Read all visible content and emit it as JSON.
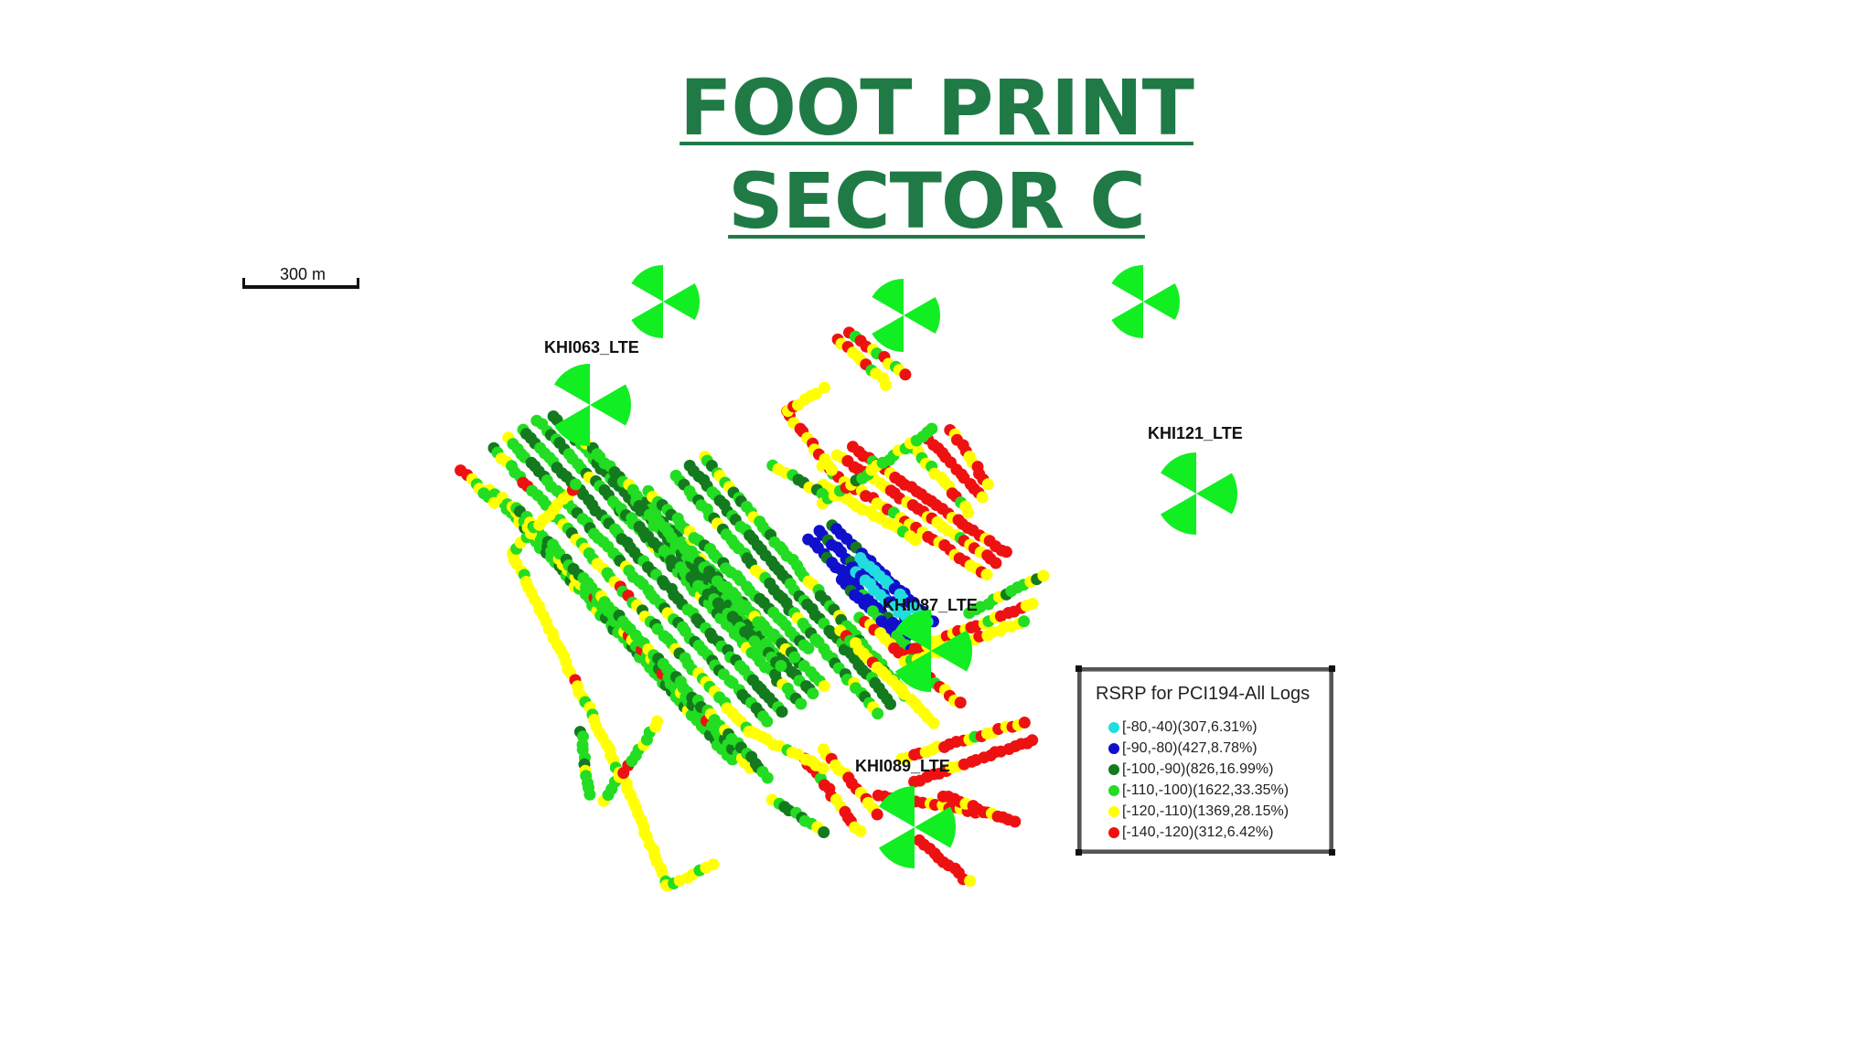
{
  "title": {
    "line1": "FOOT PRINT",
    "line2": "SECTOR C"
  },
  "scale": {
    "label": "300 m"
  },
  "sites": [
    {
      "label": "KHI063_LTE"
    },
    {
      "label": "KHI121_LTE"
    },
    {
      "label": "KHI087_LTE"
    },
    {
      "label": "KHI089_LTE"
    }
  ],
  "legend": {
    "title": "RSRP for PCI194-All Logs",
    "items": [
      {
        "label": "[-80,-40)(307,6.31%)",
        "color": "#22dddd",
        "range": "[-80,-40)",
        "count": 307,
        "percent": 6.31
      },
      {
        "label": "[-90,-80)(427,8.78%)",
        "color": "#1010cc",
        "range": "[-90,-80)",
        "count": 427,
        "percent": 8.78
      },
      {
        "label": "[-100,-90)(826,16.99%)",
        "color": "#137a1e",
        "range": "[-100,-90)",
        "count": 826,
        "percent": 16.99
      },
      {
        "label": "[-110,-100)(1622,33.35%)",
        "color": "#22dd22",
        "range": "[-110,-100)",
        "count": 1622,
        "percent": 33.35
      },
      {
        "label": "[-120,-110)(1369,28.15%)",
        "color": "#ffff00",
        "range": "[-120,-110)",
        "count": 1369,
        "percent": 28.15
      },
      {
        "label": "[-140,-120)(312,6.42%)",
        "color": "#ee1111",
        "range": "[-140,-120)",
        "count": 312,
        "percent": 6.42
      }
    ]
  },
  "colors": {
    "title": "#1f7a46",
    "site_icon": "#11ee22"
  },
  "icons": {
    "site": "antenna-sector-icon"
  }
}
